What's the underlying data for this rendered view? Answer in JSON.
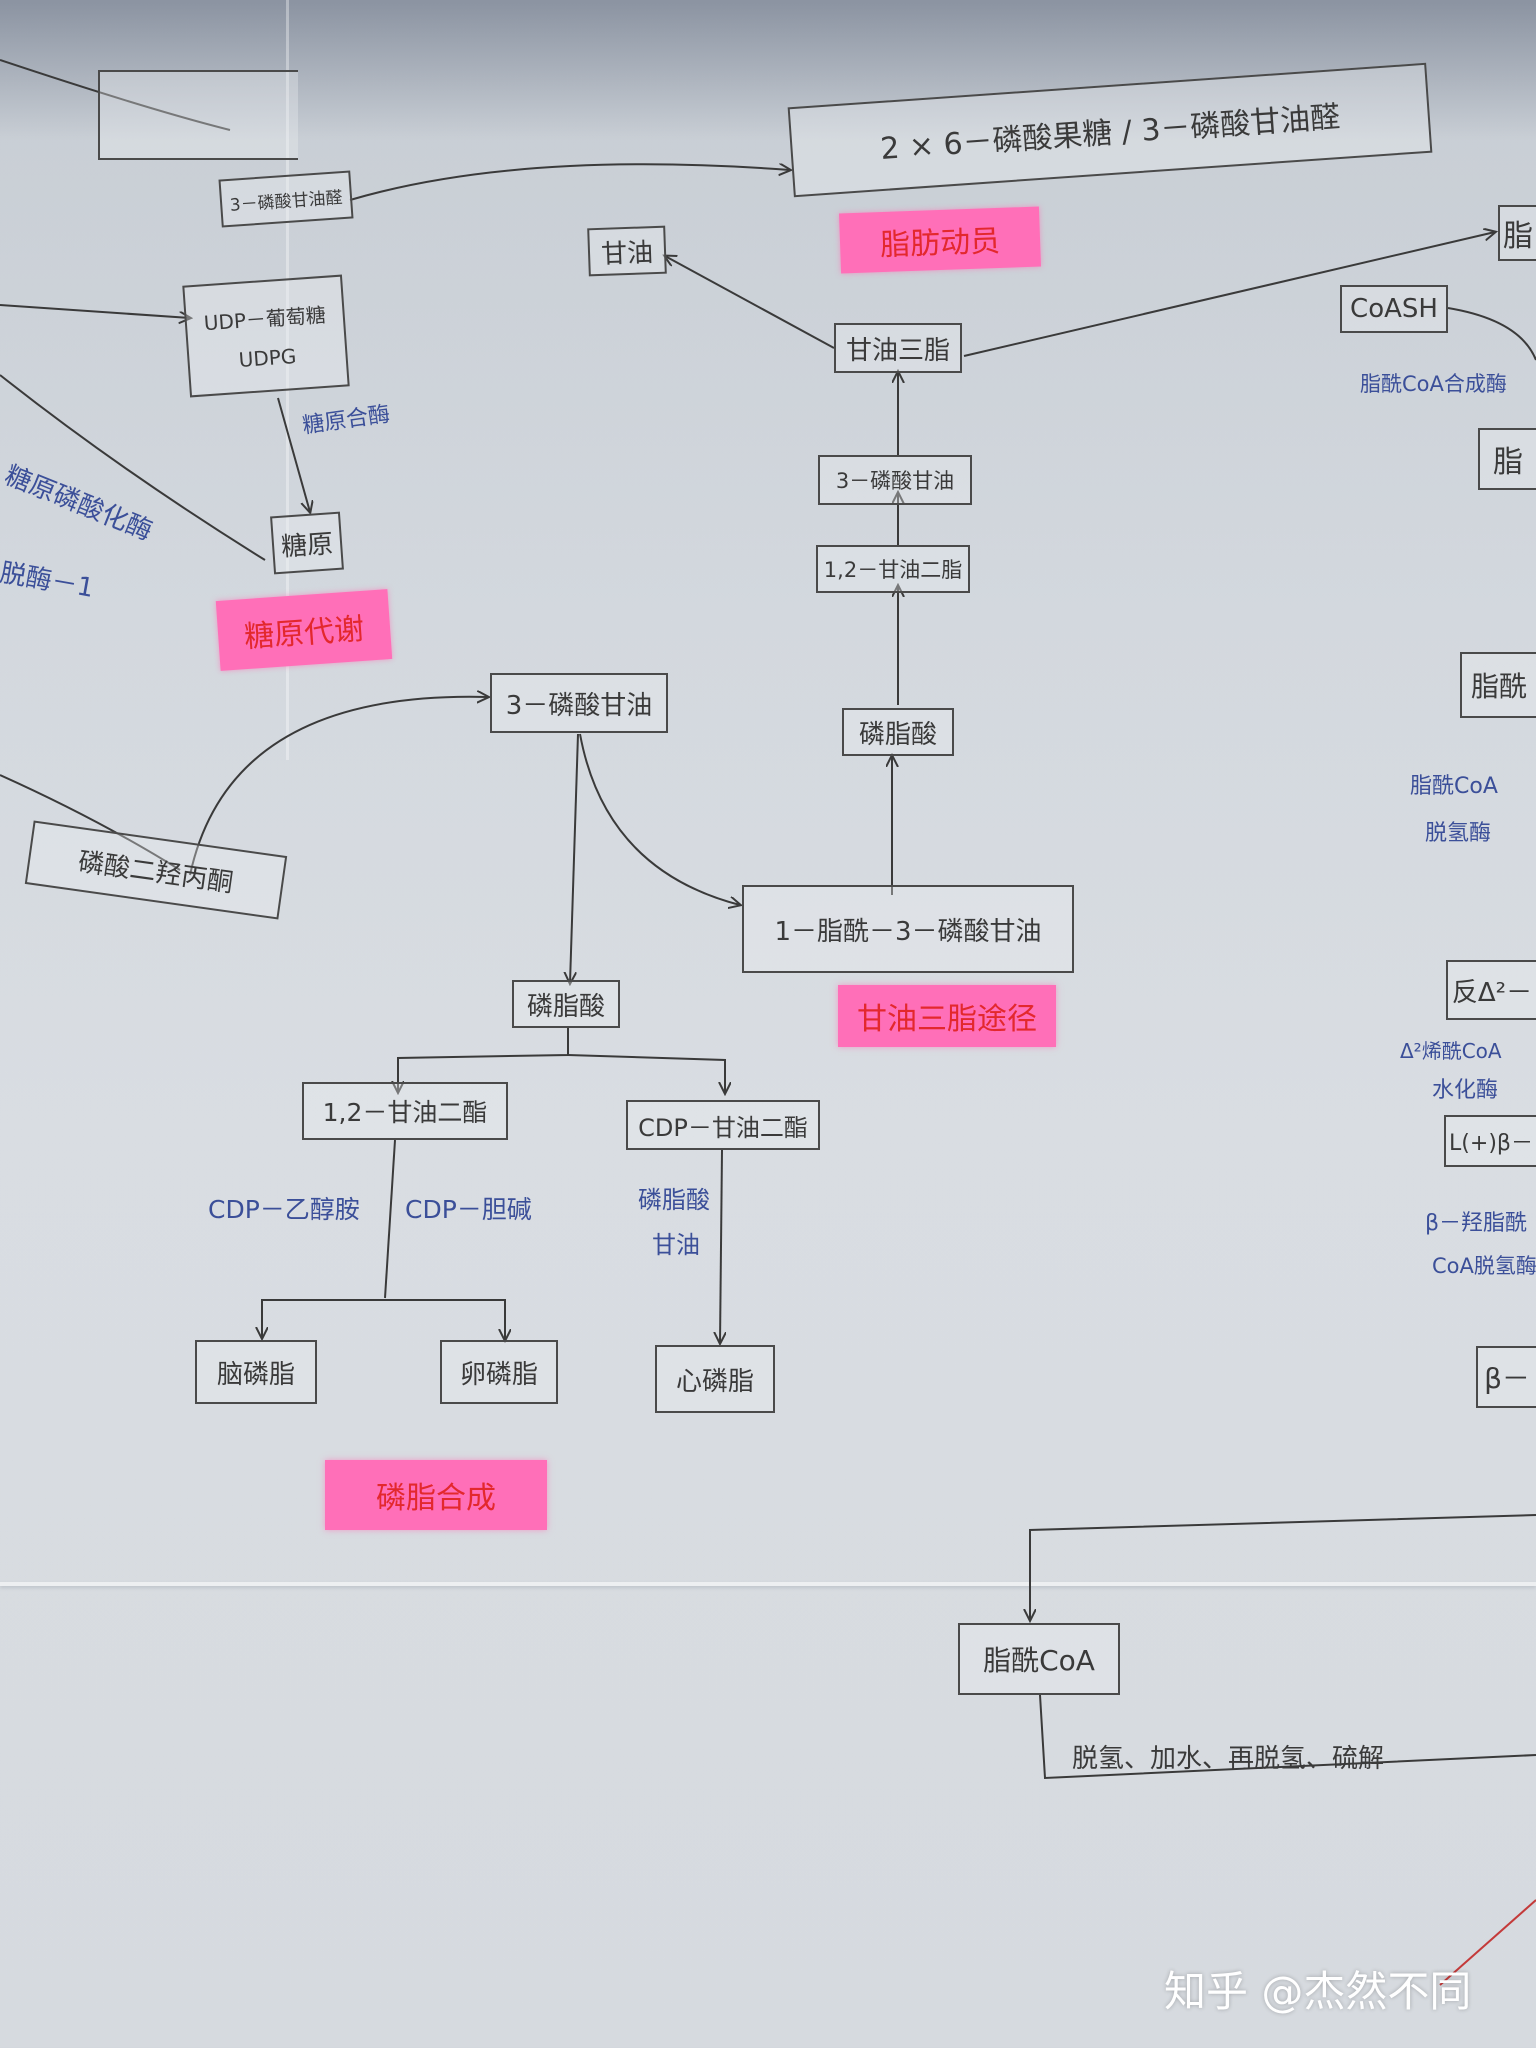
{
  "header": {
    "top_box": "2 × 6－磷酸果糖 / 3－磷酸甘油醛",
    "left_small_box": "3－磷酸甘油醛"
  },
  "nodes": {
    "glycerol": "甘油",
    "udp_glucose": "UDP－葡萄糖",
    "udpg": "UDPG",
    "glycogen": "糖原",
    "triglyceride": "甘油三脂",
    "glycerol_3p_top": "3－磷酸甘油",
    "diacylglycerol_top": "1,2－甘油二脂",
    "phosphatidic_top": "磷脂酸",
    "glycerol_3p_mid": "3－磷酸甘油",
    "dhap": "磷酸二羟丙酮",
    "acyl_g3p": "1－脂酰－3－磷酸甘油",
    "phosphatidic_mid": "磷脂酸",
    "diacylglycerol_mid": "1,2－甘油二酯",
    "cdp_dag": "CDP－甘油二酯",
    "cephalin": "脑磷脂",
    "lecithin": "卵磷脂",
    "cardiolipin": "心磷脂",
    "coash": "CoASH",
    "acyl_coa_bottom": "脂酰CoA",
    "right_fat": "脂",
    "right_fat2": "脂",
    "right_acyl": "脂酰",
    "right_trans": "反Δ²－",
    "right_lbeta": "L(+)β－",
    "right_beta": "β－"
  },
  "highlights": {
    "fat_mobilization": "脂肪动员",
    "glycogen_metabolism": "糖原代谢",
    "tg_pathway": "甘油三脂途径",
    "phospholipid_synthesis": "磷脂合成"
  },
  "annotations": {
    "glycogen_synthase": "糖原合酶",
    "glycogen_phosphorylase": "糖原磷酸化酶",
    "left_enzyme": "脱酶－1",
    "cdp_ethanolamine": "CDP－乙醇胺",
    "cdp_choline": "CDP－胆碱",
    "pa_label": "磷脂酸",
    "glycerol_label": "甘油",
    "acyl_coa_synthetase": "脂酰CoA合成酶",
    "acyl_coa_dehydrogenase_1": "脂酰CoA",
    "acyl_coa_dehydrogenase_2": "脱氢酶",
    "enoyl_coa_1": "Δ²烯酰CoA",
    "enoyl_coa_2": "水化酶",
    "hydroxyacyl_1": "β－羟脂酰",
    "hydroxyacyl_2": "CoA脱氢酶",
    "beta_ox_steps": "脱氢、加水、再脱氢、硫解"
  },
  "watermark": "知乎 @杰然不同"
}
